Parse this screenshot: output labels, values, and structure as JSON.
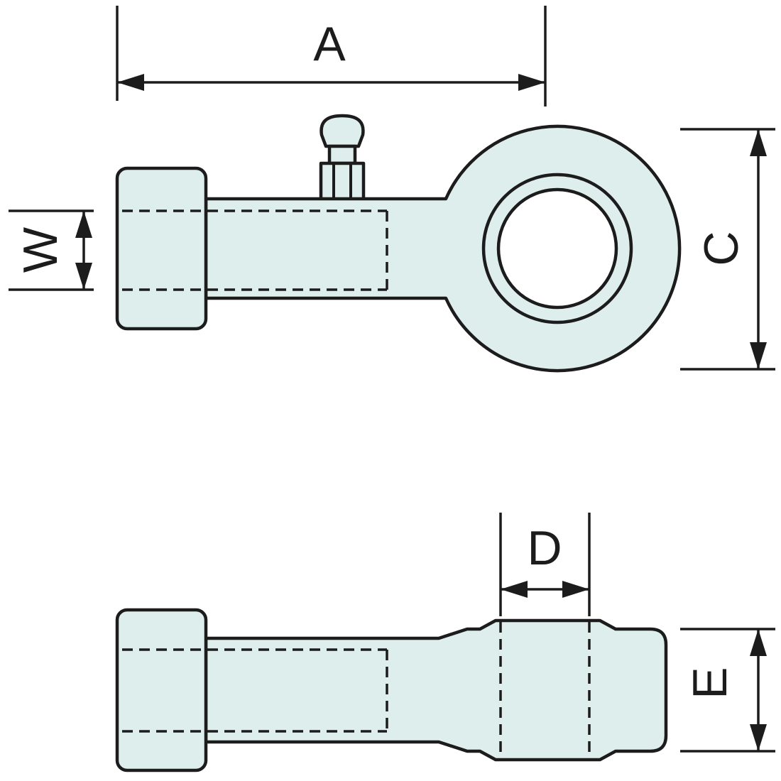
{
  "drawing": {
    "dimensions": {
      "a": {
        "label": "A"
      },
      "w": {
        "label": "W"
      },
      "c": {
        "label": "C"
      },
      "d": {
        "label": "D"
      },
      "e": {
        "label": "E"
      }
    },
    "colors": {
      "part_fill": "#deeeec",
      "outline": "#1c1c1c",
      "canvas": "#ffffff"
    }
  }
}
